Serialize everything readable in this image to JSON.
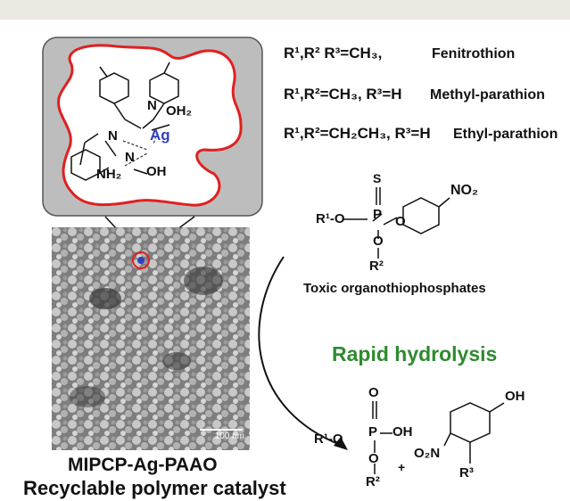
{
  "compounds": [
    {
      "sub": "R¹,R² R³=CH₃,",
      "name": "Fenitrothion"
    },
    {
      "sub": "R¹,R²=CH₃, R³=H",
      "name": "Methyl-parathion"
    },
    {
      "sub": "R¹,R²=CH₂CH₃, R³=H",
      "name": "Ethyl-parathion"
    }
  ],
  "toxic_label": "Toxic organothiophosphates",
  "process_label": "Rapid hydrolysis",
  "catalyst_name": "MIPCP-Ag-PAAO",
  "catalyst_desc": "Recyclable polymer catalyst",
  "scale_label": "100 nm",
  "complex_labels": {
    "metal": "Ag",
    "water": "OH₂",
    "n1": "N",
    "n2": "N",
    "n3": "N",
    "hydroxyl": "OH",
    "amine": "NH₂"
  },
  "reactant_labels": {
    "s": "S",
    "p": "P",
    "o1": "O",
    "o2": "O",
    "r1": "R¹-O",
    "r2": "R²",
    "no2": "NO₂"
  },
  "product_labels": {
    "o_top": "O",
    "p": "P",
    "oh": "OH",
    "r1": "R¹-O",
    "o_low": "O",
    "r2": "R²",
    "plus": "+",
    "phenol_oh": "OH",
    "o2n": "O₂N",
    "r3": "R³"
  },
  "colors": {
    "outline_red": "#e02020",
    "metal_blue": "#3040c0",
    "green": "#2e8b2e",
    "panel_gray": "#bdbdbd"
  }
}
